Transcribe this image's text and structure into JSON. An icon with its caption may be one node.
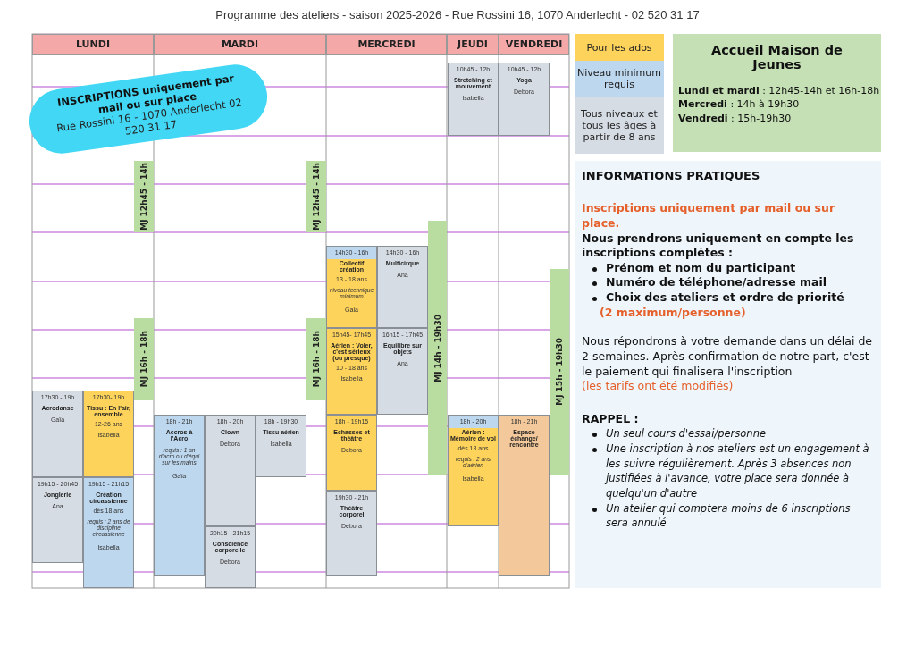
{
  "diagram": {
    "title": "Programme des ateliers - saison 2025-2026 - Rue Rossini 16, 1070 Anderlecht - 02 520 31 17",
    "nodes": [
      {
        "text": [
          "LUNDI"
        ]
      },
      {
        "text": [
          "MARDI"
        ]
      },
      {
        "text": [
          "MERCREDI"
        ]
      },
      {
        "text": [
          "JEUDI"
        ]
      },
      {
        "text": [
          "VENDREDI"
        ]
      },
      {
        "text": [
          "10h45 - 12h",
          "Stretching et mouvement",
          "Isabella"
        ]
      },
      {
        "text": [
          "10h45 - 12h",
          "Yoga",
          "Debora"
        ]
      },
      {
        "text": [
          "INSCRIPTIONS uniquement par mail ou sur place",
          "Rue Rossini 16 - 1070 Anderlecht 02 520 31 17"
        ]
      },
      {
        "text": [
          "MJ 12h45 - 14h"
        ]
      },
      {
        "text": [
          "MJ 12h45 - 14h"
        ]
      },
      {
        "text": [
          "MJ 14h - 19h30"
        ]
      },
      {
        "text": [
          "14h30 - 16h",
          "Collectif création",
          "13 - 18 ans",
          "niveau technique minimum",
          "Gaia"
        ]
      },
      {
        "text": [
          "14h30 - 16h",
          "Multicirque",
          "Ana"
        ]
      },
      {
        "text": [
          "MJ 15h - 19h30"
        ]
      },
      {
        "text": [
          "MJ 16h - 18h"
        ]
      },
      {
        "text": [
          "MJ 16h - 18h"
        ]
      },
      {
        "text": [
          "15h45- 17h45",
          "Aérien : Voler, c'est sérieux (ou presque)",
          "10 - 18 ans",
          "Isabella"
        ]
      },
      {
        "text": [
          "16h15 - 17h45",
          "Equilibre sur objets",
          "Ana"
        ]
      },
      {
        "text": [
          "17h30 - 19h",
          "Acrodanse",
          "Gaïa"
        ]
      },
      {
        "text": [
          "17h30- 19h",
          "Tissu : En l'air, ensemble",
          "12-26 ans",
          "Isabella"
        ]
      },
      {
        "text": [
          "18h - 21h",
          "Accros à l'Acro",
          "requis : 1 an d'acro ou d'équi sur les mains",
          "Gaïa"
        ]
      },
      {
        "text": [
          "18h - 20h",
          "Clown",
          "Debora"
        ]
      },
      {
        "text": [
          "18h - 19h30",
          "Tissu aérien",
          "Isabella"
        ]
      },
      {
        "text": [
          "18h - 19h15",
          "Echasses et théâtre",
          "Debora"
        ]
      },
      {
        "text": [
          "18h - 20h",
          "Aérien : Mémoire de vol",
          "dès 13 ans",
          "requis : 2 ans d'aérien",
          "Isabella"
        ]
      },
      {
        "text": [
          "18h - 21h",
          "Espace échange/ rencontre"
        ]
      },
      {
        "text": [
          "19h15 - 20h45",
          "Jonglerie",
          "Ana"
        ]
      },
      {
        "text": [
          "19h15 - 21h15",
          "Création circassienne",
          "dès 18 ans",
          "requis : 2 ans de discipline circassienne",
          "Isabella"
        ]
      },
      {
        "text": [
          "19h30 - 21h",
          "Théâtre corporel",
          "Debora"
        ]
      },
      {
        "text": [
          "20h15 - 21h15",
          "Conscience corporelle",
          "Debora"
        ]
      },
      {
        "text": [
          "Accueil Maison de Jeunes",
          "**Lundi et mardi** : 12h45-14h et 16h-18h",
          "**Mercredi** : 14h à 19h30",
          "**Vendredi** : 15h-19h30"
        ]
      },
      {
        "text": [
          "INFORMATIONS PRATIQUES",
          "Inscriptions uniquement par mail ou sur place.",
          "Nous prendrons uniquement en compte les inscriptions complètes :",
          "Prénom et nom du participant",
          "Numéro de téléphone/adresse mail",
          "Choix des ateliers et ordre de priorité",
          "(2 maximum/personne)",
          "Nous répondrons à votre demande dans un délai de 2 semaines. Après confirmation de notre part, c'est le paiement qui finalisera l'inscription",
          "(les tarifs ont été modifiés)",
          "RAPPEL :",
          "Un seul cours d'essai/personne",
          "Une inscription à nos ateliers est un engagement à les suivre régulièrement. Après 3 absences non justifiées à l'avance, votre place sera donnée à quelqu'un d'autre",
          "Un atelier qui comptera moins de 6 inscriptions sera annulé"
        ]
      }
    ],
    "edges": [],
    "legend": [
      {
        "text": "Pour les ados",
        "color": "#fdd35c"
      },
      {
        "text": "Niveau minimum requis",
        "color": "#bdd7ee"
      },
      {
        "text": "Tous niveaux et tous les âges à partir de 8 ans",
        "color": "#d6dce4"
      }
    ]
  }
}
